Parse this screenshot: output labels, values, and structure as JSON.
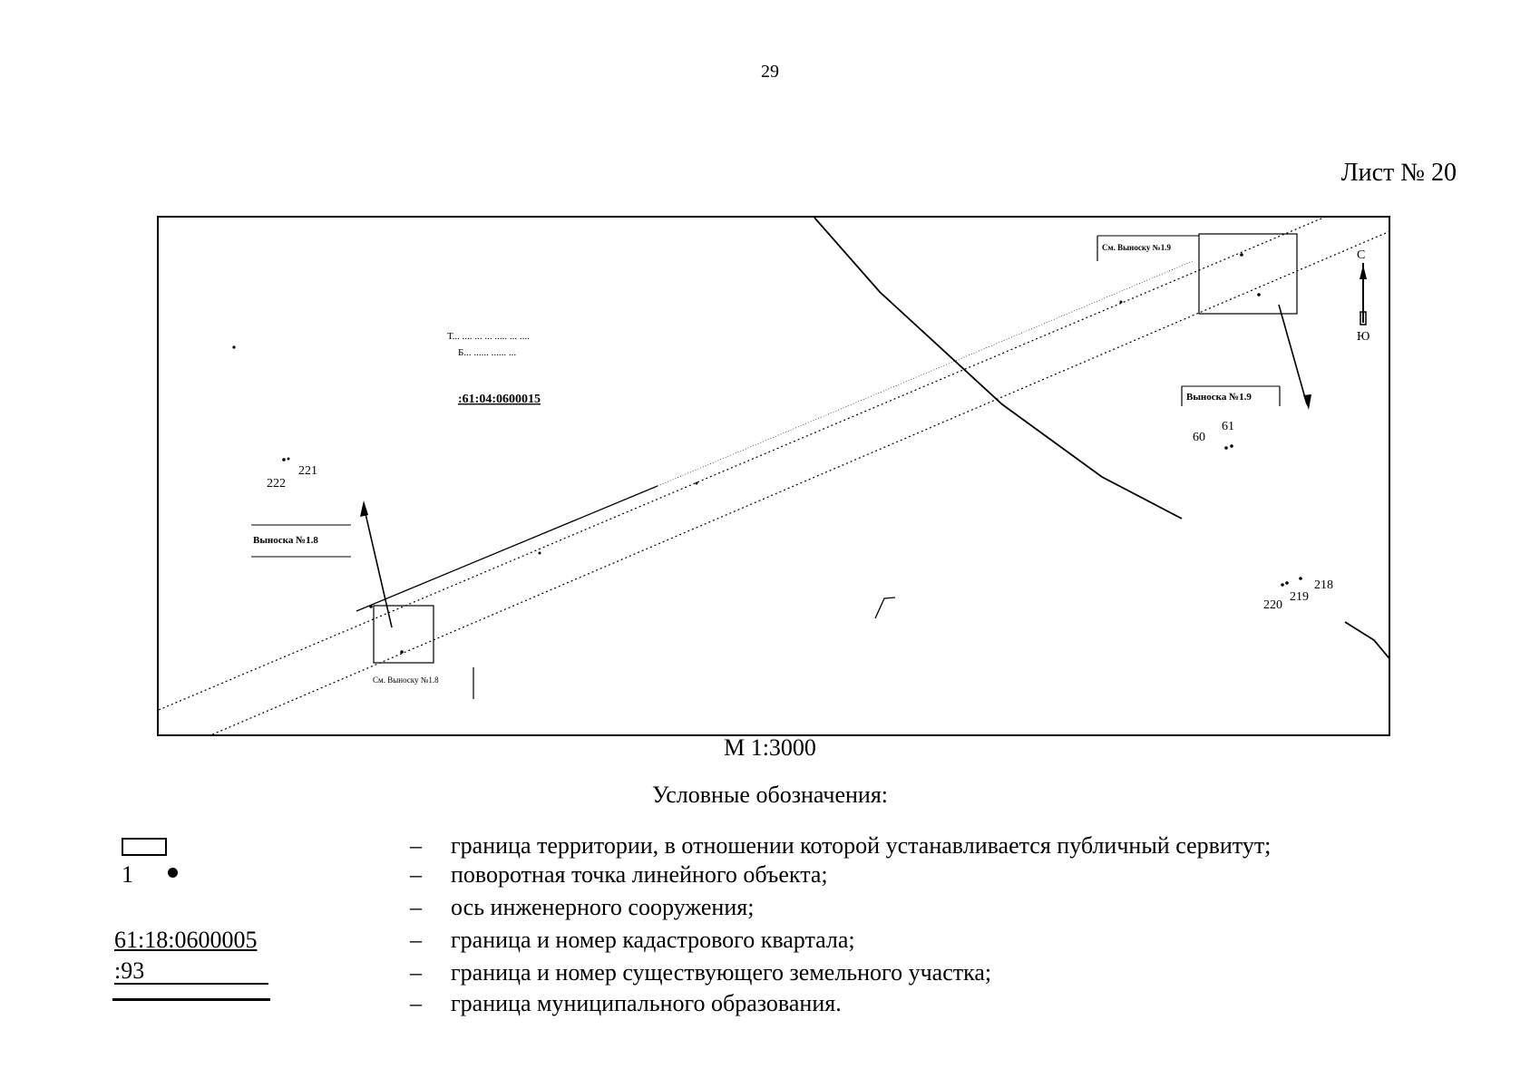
{
  "page_number": "29",
  "sheet_title": "Лист № 20",
  "map": {
    "quarter_number": ":61:04:0600015",
    "quarter_caption_line1": "Т... .... ... ... ..... ... ....",
    "quarter_caption_line2": "Б... ...... ...... ...",
    "callout_1_8_box_label": "См. Выноску №1.8",
    "callout_1_8_label": "Выноска №1.8",
    "callout_1_9_box_label": "См. Выноску №1.9",
    "callout_1_9_label": "Выноска №1.9",
    "point_labels": {
      "p60": "60",
      "p61": "61",
      "p218": "218",
      "p219": "219",
      "p220": "220",
      "p221": "221",
      "p222": "222"
    },
    "north_label": "С",
    "south_label": "Ю"
  },
  "scale_label": "М 1:3000",
  "legend": {
    "title": "Условные обозначения:",
    "dash": "–",
    "point_symbol_number": "1",
    "quarter_example": "61:18:0600005",
    "parcel_example": ":93",
    "items": [
      "граница территории, в отношении которой устанавливается публичный сервитут;",
      "поворотная точка линейного объекта;",
      "ось инженерного сооружения;",
      "граница и номер кадастрового квартала;",
      "граница и номер существующего земельного участка;",
      "граница муниципального образования."
    ]
  }
}
